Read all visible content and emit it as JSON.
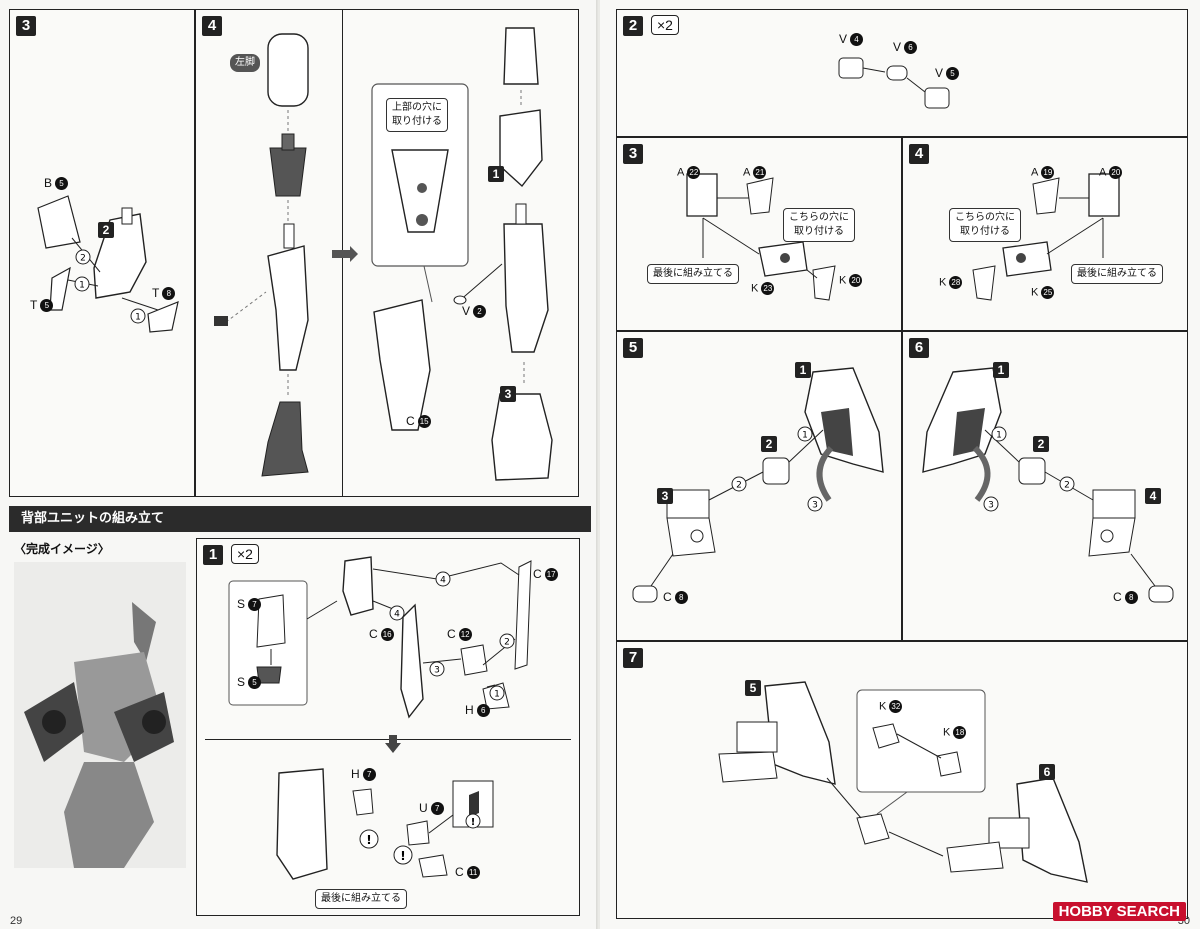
{
  "left_page": {
    "page_number": "29",
    "step3": {
      "num": "3",
      "parts": {
        "b": "B",
        "b_n": "5",
        "t1": "T",
        "t1_n": "5",
        "t2": "T",
        "t2_n": "8",
        "sub": "2"
      },
      "order": [
        "2",
        "1",
        "1"
      ]
    },
    "step4": {
      "num": "4",
      "tag": "左脚",
      "note": "上部の穴に\n取り付ける",
      "sub1": "1",
      "sub3": "3",
      "v": "V",
      "v_n": "2",
      "c": "C",
      "c_n": "15"
    },
    "section_title": "背部ユニットの組み立て",
    "complete_image": "〈完成イメージ〉",
    "step1": {
      "num": "1",
      "times": "×2",
      "parts": {
        "s7": "S",
        "s7_n": "7",
        "s5": "S",
        "s5_n": "5",
        "c16": "C",
        "c16_n": "16",
        "c12": "C",
        "c12_n": "12",
        "c17": "C",
        "c17_n": "17",
        "h6": "H",
        "h6_n": "6",
        "h7": "H",
        "h7_n": "7",
        "u7": "U",
        "u7_n": "7",
        "c11": "C",
        "c11_n": "11"
      },
      "note": "最後に組み立てる",
      "order": [
        "4",
        "4",
        "2",
        "3",
        "1"
      ]
    }
  },
  "right_page": {
    "page_number": "30",
    "step2": {
      "num": "2",
      "times": "×2",
      "parts": [
        {
          "l": "V",
          "n": "4"
        },
        {
          "l": "V",
          "n": "6"
        },
        {
          "l": "V",
          "n": "5"
        }
      ]
    },
    "step3": {
      "num": "3",
      "note1": "こちらの穴に\n取り付ける",
      "note2": "最後に組み立てる",
      "parts": {
        "a22": "A",
        "a22_n": "22",
        "a21": "A",
        "a21_n": "21",
        "k23": "K",
        "k23_n": "23",
        "k20": "K",
        "k20_n": "20"
      }
    },
    "step4": {
      "num": "4",
      "note1": "こちらの穴に\n取り付ける",
      "note2": "最後に組み立てる",
      "parts": {
        "a19": "A",
        "a19_n": "19",
        "a20": "A",
        "a20_n": "20",
        "k28": "K",
        "k28_n": "28",
        "k25": "K",
        "k25_n": "25"
      }
    },
    "step5": {
      "num": "5",
      "subs": [
        "1",
        "2",
        "3"
      ],
      "order": [
        "1",
        "2",
        "3"
      ],
      "c": "C",
      "c_n": "8"
    },
    "step6": {
      "num": "6",
      "subs": [
        "1",
        "2",
        "4"
      ],
      "order": [
        "1",
        "2",
        "3"
      ],
      "c": "C",
      "c_n": "8"
    },
    "step7": {
      "num": "7",
      "subs": [
        "5",
        "6"
      ],
      "parts": {
        "k32": "K",
        "k32_n": "32",
        "k18": "K",
        "k18_n": "18"
      }
    },
    "watermark": "HOBBY SEARCH"
  },
  "colors": {
    "ink": "#111111",
    "panel_bg": "#fafaf8",
    "banner": "#2b2b2b",
    "watermark": "#c8102e"
  }
}
